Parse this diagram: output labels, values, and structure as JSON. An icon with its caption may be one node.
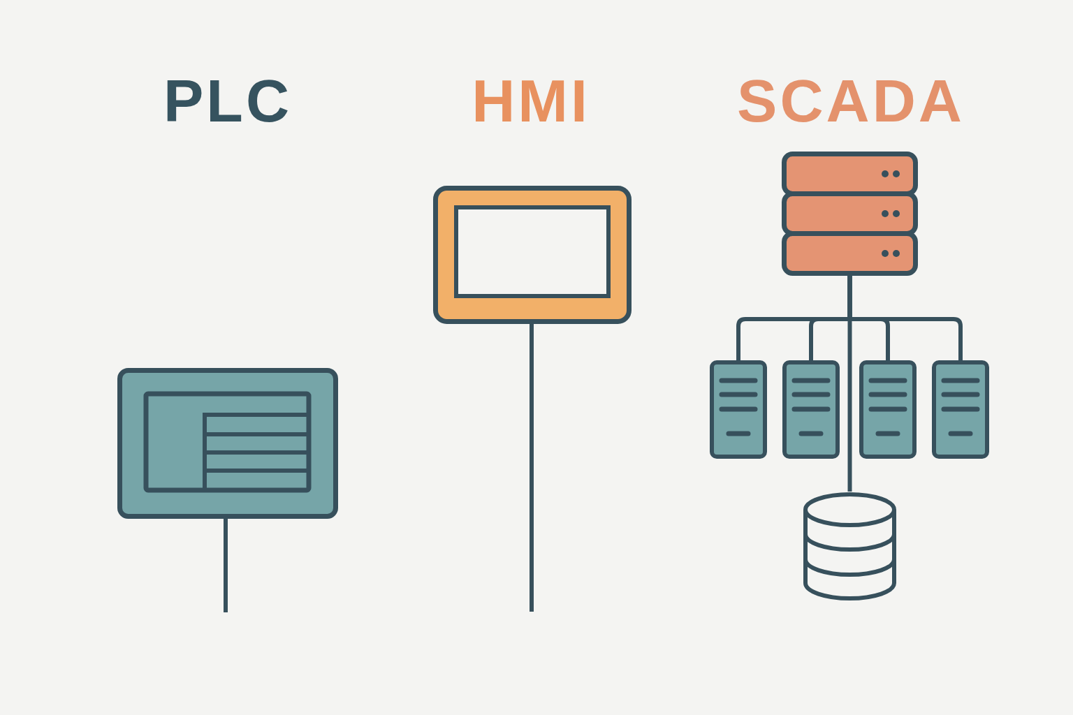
{
  "diagram": {
    "nodes": [
      {
        "text": [],
        "shape": "box"
      },
      {
        "text": [],
        "shape": "box"
      },
      {
        "text": [],
        "shape": "picture"
      },
      {
        "text": [],
        "shape": "box"
      },
      {
        "text": [],
        "shape": "box"
      },
      {
        "text": [],
        "shape": "box"
      },
      {
        "text": [],
        "shape": "box"
      },
      {
        "text": [],
        "shape": "cylinder"
      }
    ],
    "edges": [
      {
        "from": 0,
        "to": null,
        "arrow": "none"
      },
      {
        "from": 1,
        "to": null,
        "arrow": "none"
      },
      {
        "from": 2,
        "to": 3,
        "arrow": "none"
      },
      {
        "from": 2,
        "to": 4,
        "arrow": "none"
      },
      {
        "from": 2,
        "to": 5,
        "arrow": "none"
      },
      {
        "from": 2,
        "to": 6,
        "arrow": "none"
      },
      {
        "from": 2,
        "to": 7,
        "arrow": "none"
      }
    ],
    "labels": [
      "PLC",
      "HMI",
      "SCADA"
    ]
  }
}
